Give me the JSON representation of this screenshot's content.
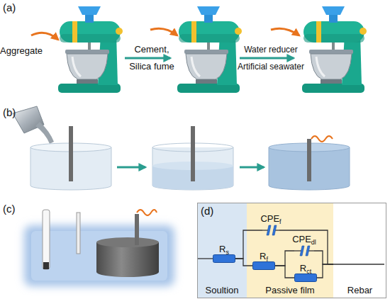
{
  "diagram": {
    "nodes": [
      {
        "text": [
          "Soultion"
        ]
      },
      {
        "text": [
          "R",
          "s"
        ],
        "in": 0
      },
      {
        "text": [
          "Passive film"
        ]
      },
      {
        "text": [
          "CPE",
          "f"
        ],
        "in": 2
      },
      {
        "text": [
          "R",
          "f"
        ],
        "in": 2
      },
      {
        "text": [
          "CPE",
          "dl"
        ],
        "in": 2
      },
      {
        "text": [
          "R",
          "ct"
        ],
        "in": 2
      },
      {
        "text": [
          "Rebar"
        ]
      }
    ],
    "edges": [
      {
        "from": 1,
        "to": 3,
        "arrow": "none"
      },
      {
        "from": 1,
        "to": 4,
        "arrow": "none"
      },
      {
        "from": 4,
        "to": 5,
        "arrow": "none"
      },
      {
        "from": 4,
        "to": 6,
        "arrow": "none"
      },
      {
        "from": 3,
        "to": 7,
        "arrow": "none"
      },
      {
        "from": 5,
        "to": 7,
        "arrow": "none"
      },
      {
        "from": 6,
        "to": 7,
        "arrow": "none"
      }
    ],
    "labels": [
      "(a)",
      "Aggregate",
      "Cement, Silica fume",
      "Water reducer Artificial seawater",
      "(b)",
      "(c)",
      "(d)"
    ]
  }
}
